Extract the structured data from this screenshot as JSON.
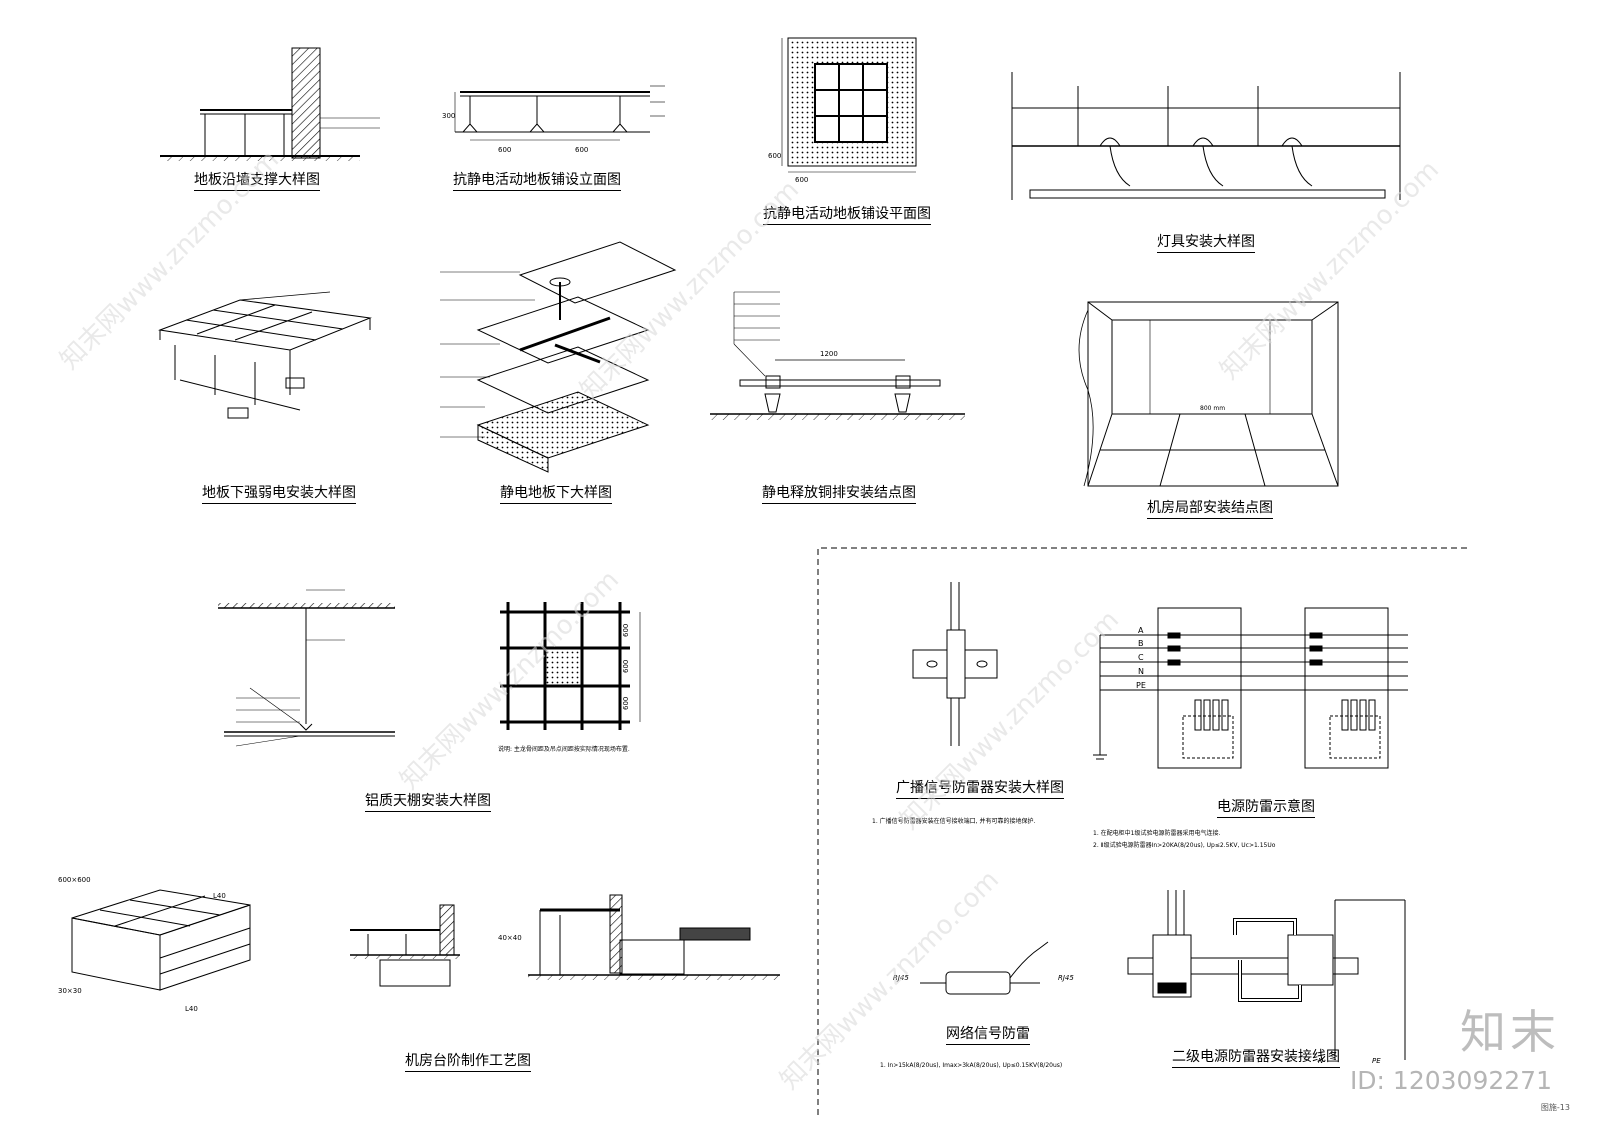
{
  "captions": {
    "c1": "地板沿墙支撑大样图",
    "c2": "抗静电活动地板铺设立面图",
    "c3": "抗静电活动地板铺设平面图",
    "c4": "灯具安装大样图",
    "c5": "地板下强弱电安装大样图",
    "c6": "静电地板下大样图",
    "c7": "静电释放铜排安装结点图",
    "c8": "机房局部安装结点图",
    "c9": "铝质天棚安装大样图",
    "c10": "广播信号防雷器安装大样图",
    "c11": "电源防雷示意图",
    "c12": "机房台阶制作工艺图",
    "c13": "网络信号防雷",
    "c14": "二级电源防雷器安装接线图"
  },
  "dims": {
    "d300": "300",
    "d600a": "600",
    "d600b": "600",
    "d600c": "600",
    "d600d": "600",
    "d1200": "1200",
    "g600a": "600",
    "g600b": "600",
    "g600c": "600",
    "s600x600": "600×600",
    "sL40a": "L40",
    "sL40b": "L40",
    "s30x30": "30×30",
    "d800": "800 mm",
    "l40x40": "40×40"
  },
  "phases": [
    "A",
    "B",
    "C",
    "N",
    "PE"
  ],
  "connectors": {
    "rj45a": "RJ45",
    "rj45b": "RJ45",
    "n": "N",
    "pe": "PE"
  },
  "small_notes": {
    "power_note1": "1. 在配电柜中1级试验电源防雷器采用电气连接.",
    "power_note2": "2. Ⅱ级试验电源防雷器In>20KA(8/20us), Up≤2.5KV, Uc>1.15Uo",
    "net_note": "1. In>15kA(8/20us), Imax>3kA(8/20us), Up≤0.15KV(8/20us)",
    "ceiling_note": "说明: 主龙骨间距及吊点间距按实际情况现场布置.",
    "bc_note": "1. 广播信号防雷器安装在信号接收端口, 并有可靠的接地保护."
  },
  "branding": {
    "logo": "知末",
    "id_text": "ID: 1203092271",
    "sheet_no": "图施-13",
    "watermark": "知末网www.znzmo.com"
  }
}
